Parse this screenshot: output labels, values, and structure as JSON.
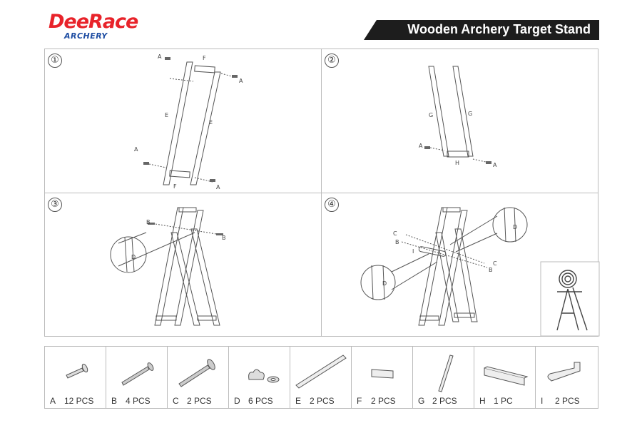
{
  "brand": {
    "name": "DeeRace",
    "sub": "ARCHERY",
    "color_primary": "#e8232a",
    "color_secondary": "#1f4ea3"
  },
  "title": "Wooden Archery Target Stand",
  "steps": [
    {
      "num": "①",
      "labels": [
        "A",
        "F",
        "A",
        "E",
        "E",
        "A",
        "F",
        "A"
      ]
    },
    {
      "num": "②",
      "labels": [
        "G",
        "G",
        "A",
        "H",
        "A"
      ]
    },
    {
      "num": "③",
      "labels": [
        "B",
        "B",
        "D"
      ]
    },
    {
      "num": "④",
      "labels": [
        "C",
        "B",
        "I",
        "C",
        "B",
        "D",
        "D"
      ]
    }
  ],
  "parts": [
    {
      "letter": "A",
      "qty": "12 PCS",
      "icon": "short-bolt-icon"
    },
    {
      "letter": "B",
      "qty": "4 PCS",
      "icon": "long-bolt-icon"
    },
    {
      "letter": "C",
      "qty": "2 PCS",
      "icon": "large-bolt-icon"
    },
    {
      "letter": "D",
      "qty": "6 PCS",
      "icon": "wing-nut-washer-icon"
    },
    {
      "letter": "E",
      "qty": "2 PCS",
      "icon": "long-rail-icon"
    },
    {
      "letter": "F",
      "qty": "2 PCS",
      "icon": "short-block-icon"
    },
    {
      "letter": "G",
      "qty": "2 PCS",
      "icon": "leg-rail-icon"
    },
    {
      "letter": "H",
      "qty": "1 PC",
      "icon": "crossbar-icon"
    },
    {
      "letter": "I",
      "qty": "2 PCS",
      "icon": "bracket-icon"
    }
  ]
}
